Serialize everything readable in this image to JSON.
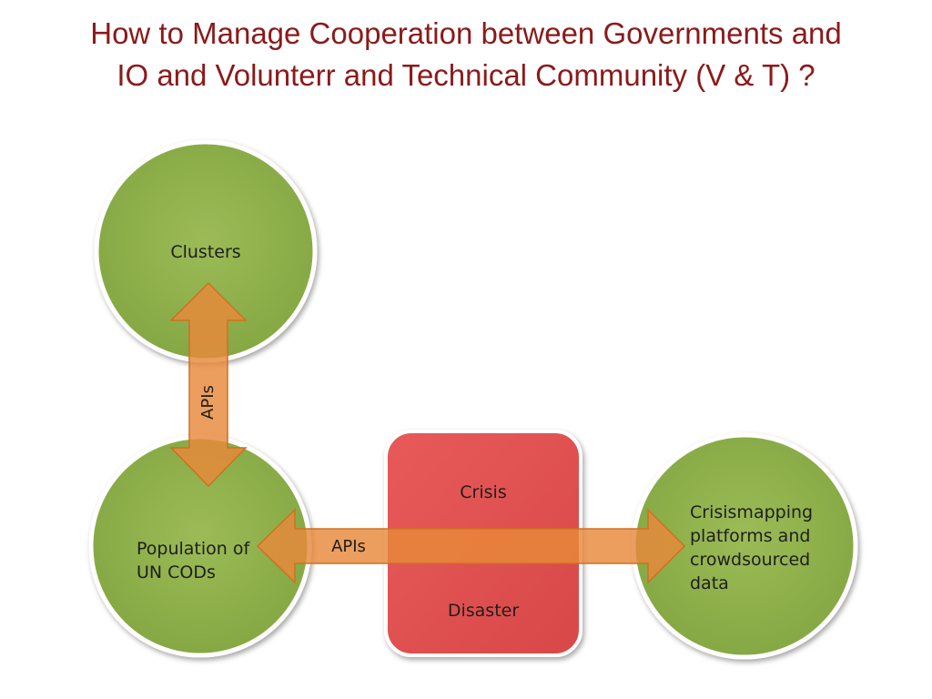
{
  "title": {
    "line1": "How to Manage Cooperation between Governments and",
    "line2": "IO and Volunterr and Technical Community (V & T) ?"
  },
  "diagram": {
    "clusters": "Clusters",
    "population_line1": "Population of",
    "population_line2": "UN CODs",
    "crisis": "Crisis",
    "disaster": "Disaster",
    "crowd_line1": "Crisismapping",
    "crowd_line2": "platforms and",
    "crowd_line3": "crowdsourced",
    "crowd_line4": "data",
    "vertical_arrow_label": "APIs",
    "horizontal_arrow_label": "APIs"
  },
  "colors": {
    "title": "#8b1a1a",
    "circle": "#8fb04b",
    "box": "#e05050",
    "arrow": "#e8893a"
  }
}
